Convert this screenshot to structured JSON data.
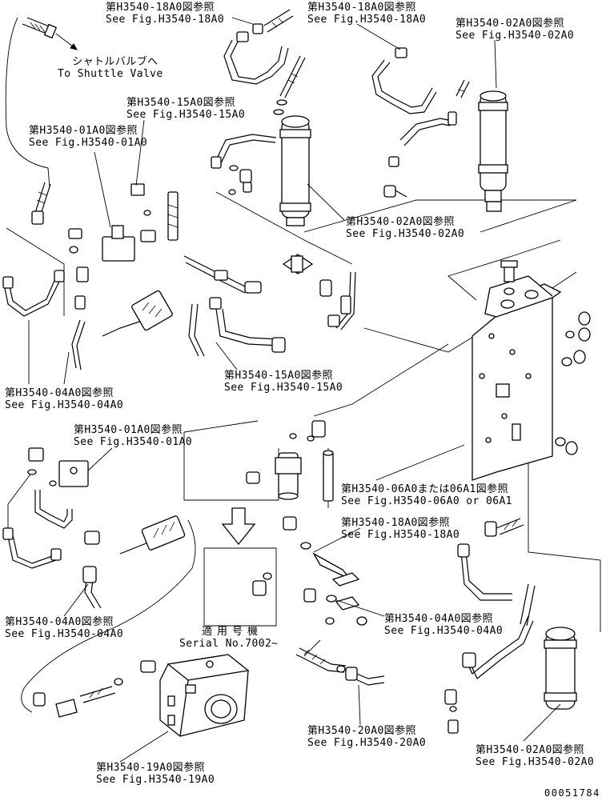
{
  "callouts": [
    {
      "id": "c1",
      "jp": "第H3540-18A0図参照",
      "en": "See Fig.H3540-18A0"
    },
    {
      "id": "c2",
      "jp": "第H3540-18A0図参照",
      "en": "See Fig.H3540-18A0"
    },
    {
      "id": "c3",
      "jp": "第H3540-02A0図参照",
      "en": "See Fig.H3540-02A0"
    },
    {
      "id": "c4",
      "jp": "シャトルバルブへ",
      "en": "To Shuttle Valve"
    },
    {
      "id": "c5",
      "jp": "第H3540-15A0図参照",
      "en": "See Fig.H3540-15A0"
    },
    {
      "id": "c6",
      "jp": "第H3540-01A0図参照",
      "en": "See Fig.H3540-01A0"
    },
    {
      "id": "c7",
      "jp": "第H3540-02A0図参照",
      "en": "See Fig.H3540-02A0"
    },
    {
      "id": "c8",
      "jp": "第H3540-15A0図参照",
      "en": "See Fig.H3540-15A0"
    },
    {
      "id": "c9",
      "jp": "第H3540-04A0図参照",
      "en": "See Fig.H3540-04A0"
    },
    {
      "id": "c10",
      "jp": "第H3540-01A0図参照",
      "en": "See Fig.H3540-01A0"
    },
    {
      "id": "c11",
      "jp": "第H3540-06A0または06A1図参照",
      "en": "See Fig.H3540-06A0 or 06A1"
    },
    {
      "id": "c12",
      "jp": "第H3540-18A0図参照",
      "en": "See Fig.H3540-18A0"
    },
    {
      "id": "c13",
      "jp": "第H3540-04A0図参照",
      "en": "See Fig.H3540-04A0"
    },
    {
      "id": "c14",
      "jp": "第H3540-04A0図参照",
      "en": "See Fig.H3540-04A0"
    },
    {
      "id": "c15",
      "jp": "適用号機",
      "en": "Serial No.7002~"
    },
    {
      "id": "c16",
      "jp": "第H3540-20A0図参照",
      "en": "See Fig.H3540-20A0"
    },
    {
      "id": "c17",
      "jp": "第H3540-02A0図参照",
      "en": "See Fig.H3540-02A0"
    },
    {
      "id": "c18",
      "jp": "第H3540-19A0図参照",
      "en": "See Fig.H3540-19A0"
    }
  ],
  "drawing_number": "00051784"
}
